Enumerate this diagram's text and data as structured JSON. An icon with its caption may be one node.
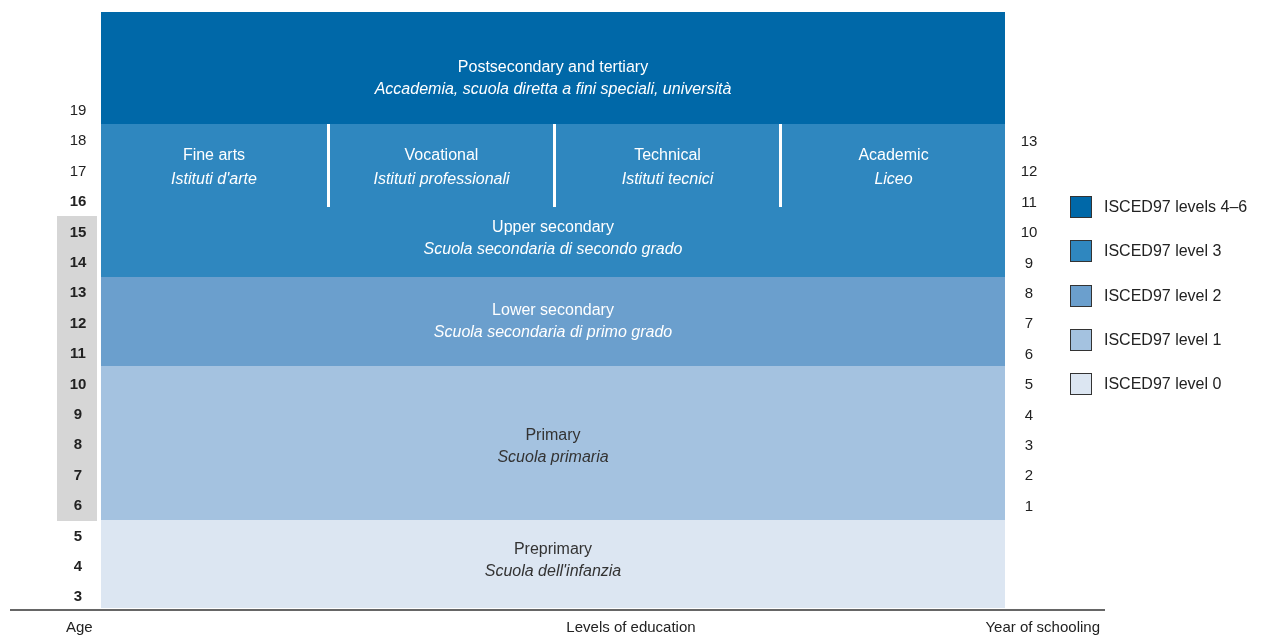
{
  "diagram": {
    "nodes": [
      {
        "text": [
          "Postsecondary and tertiary",
          "Accademia, scuola diretta a fini speciali, università"
        ]
      },
      {
        "text": [
          "Upper secondary",
          "Scuola secondaria di secondo grado"
        ]
      },
      {
        "text": [
          "Fine arts",
          "Istituti d'arte"
        ],
        "in": 1
      },
      {
        "text": [
          "Vocational",
          "Istituti professionali"
        ],
        "in": 1
      },
      {
        "text": [
          "Technical",
          "Istituti tecnici"
        ],
        "in": 1
      },
      {
        "text": [
          "Academic",
          "Liceo"
        ],
        "in": 1
      },
      {
        "text": [
          "Lower secondary",
          "Scuola secondaria di primo grado"
        ]
      },
      {
        "text": [
          "Primary",
          "Scuola primaria"
        ]
      },
      {
        "text": [
          "Preprimary",
          "Scuola dell'infanzia"
        ]
      }
    ],
    "labels": [
      "19",
      "18",
      "17",
      "16",
      "15",
      "14",
      "13",
      "12",
      "11",
      "10",
      "9",
      "8",
      "7",
      "6",
      "5",
      "4",
      "3",
      "13",
      "12",
      "11",
      "10",
      "9",
      "8",
      "7",
      "6",
      "5",
      "4",
      "3",
      "2",
      "1",
      "Age",
      "Levels of education",
      "Year of schooling"
    ],
    "legend": [
      {
        "text": "ISCED97 levels 4–6",
        "color": "#0068a8"
      },
      {
        "text": "ISCED97 level 3",
        "color": "#2f87bf"
      },
      {
        "text": "ISCED97 level 2",
        "color": "#6b9fcd"
      },
      {
        "text": "ISCED97 level 1",
        "color": "#a4c2e0"
      },
      {
        "text": "ISCED97 level 0",
        "color": "#dce6f2"
      }
    ]
  }
}
